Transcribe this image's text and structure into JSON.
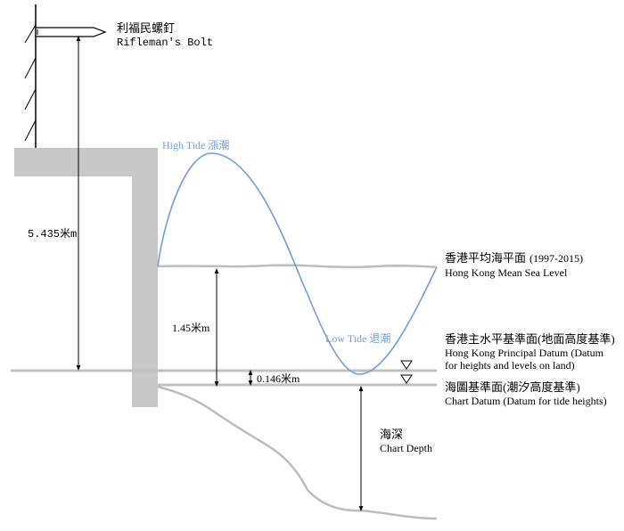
{
  "bolt": {
    "label_zh": "利福民螺釘",
    "label_en": "Rifleman's Bolt"
  },
  "tide": {
    "high_label": "High Tide 漲潮",
    "low_label": "Low Tide 退潮"
  },
  "measurements": {
    "bolt_height": "5.435米m",
    "mean_sea_level_height": "1.45米m",
    "datum_offset": "0.146米m"
  },
  "levels": {
    "mean_sea_level": {
      "label_zh": "香港平均海平面",
      "period": "(1997-2015)",
      "label_en": "Hong Kong Mean Sea Level"
    },
    "principal_datum": {
      "label_zh": "香港主水平基準面(地面高度基準)",
      "label_en_1": "Hong Kong Principal Datum (Datum",
      "label_en_2": "for heights and levels on land)"
    },
    "chart_datum": {
      "label_zh": "海圖基準面(潮汐高度基準)",
      "label_en": "Chart Datum (Datum for tide heights)"
    }
  },
  "depth": {
    "label_zh": "海深",
    "label_en": "Chart Depth"
  },
  "colors": {
    "wall": "#c8c8c8",
    "tide_curve": "#6f9fd8",
    "line": "#000000"
  }
}
